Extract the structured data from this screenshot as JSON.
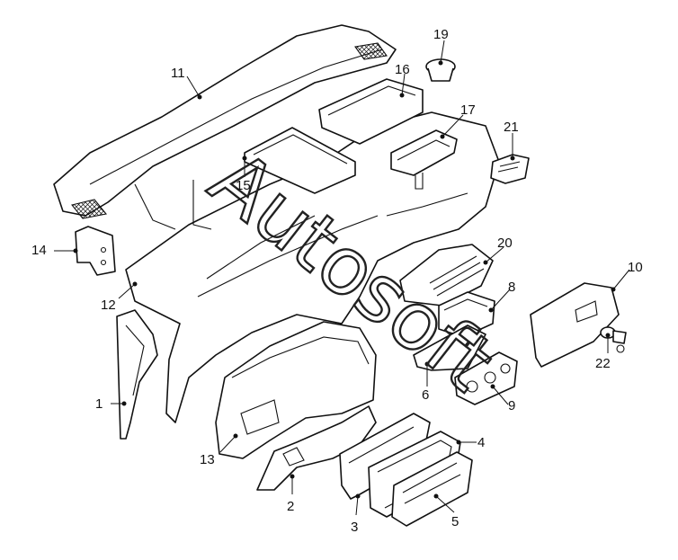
{
  "callouts": [
    "1",
    "2",
    "3",
    "4",
    "5",
    "6",
    "8",
    "9",
    "10",
    "11",
    "12",
    "13",
    "14",
    "15",
    "16",
    "17",
    "19",
    "20",
    "21",
    "22"
  ],
  "watermark": "Autosoft",
  "colors": {
    "line": "#111111",
    "background": "#ffffff"
  }
}
